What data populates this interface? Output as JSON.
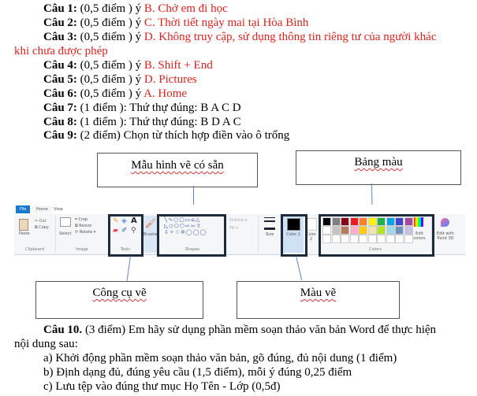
{
  "answers": [
    {
      "label": "Câu 1:",
      "points": "(0,5 điểm ) ý",
      "answer": "B. Chở em đi học"
    },
    {
      "label": "Câu 2:",
      "points": "(0,5 điểm ) ý",
      "answer": "C. Thời tiết ngày mai tại Hòa Bình"
    },
    {
      "label": "Câu 3:",
      "points": "(0,5 điểm ) ý",
      "answer": "D. Không truy cập, sử dụng thông tin riêng tư của người khác",
      "answer_cont": "khi chưa được phép"
    },
    {
      "label": "Câu 4:",
      "points": "(0,5 điểm ) ý",
      "answer": "B. Shift + End"
    },
    {
      "label": "Câu 5:",
      "points": "(0,5 điểm ) ý",
      "answer": "D. Pictures"
    },
    {
      "label": "Câu 6:",
      "points": "(0,5 điểm ) ý",
      "answer": "A. Home"
    },
    {
      "label": "Câu 7:",
      "points": "(1 điểm ): Thứ thự đúng: B A C D"
    },
    {
      "label": "Câu 8:",
      "points": "(1 điểm ): Thứ thự đúng: B D A C"
    },
    {
      "label": "Câu 9:",
      "points": "(2 điểm) Chọn từ thích hợp điền vào ô trống"
    }
  ],
  "callouts": {
    "shapes": "Mẫu hình vẽ có sẵn",
    "palette": "Bảng màu",
    "tools": "Công cụ vẽ",
    "color": "Màu vẽ"
  },
  "ribbon": {
    "tabs": [
      "File",
      "Home",
      "View"
    ],
    "clipboard": {
      "paste": "Paste",
      "cut": "Cut",
      "copy": "Copy",
      "label": "Clipboard"
    },
    "image": {
      "select": "Select",
      "crop": "Crop",
      "resize": "Resize",
      "rotate": "Rotate ▾",
      "label": "Image"
    },
    "tools_label": "Tools",
    "brushes": "Brushes",
    "shapes_label": "Shapes",
    "outline": "Outline ▾",
    "fill": "Fill ▾",
    "size": "Size",
    "color1": "Color 1",
    "color2": "Color 2",
    "edit_colors": "Edit colors",
    "colors_label": "Colors",
    "paint3d": "Edit with Paint 3D",
    "palette_row1": [
      "#000000",
      "#7f7f7f",
      "#880015",
      "#ed1c24",
      "#ff7f27",
      "#fff200",
      "#22b14c",
      "#00a2e8",
      "#3f48cc",
      "#a349a4"
    ],
    "palette_row2": [
      "#ffffff",
      "#c3c3c3",
      "#b97a57",
      "#ffaec9",
      "#ffc90e",
      "#efe4b0",
      "#b5e61d",
      "#99d9ea",
      "#7092be",
      "#c8bfe7"
    ]
  },
  "q10": {
    "label": "Câu 10.",
    "text": "(3 điểm) Em hãy sử dụng phần mềm soạn thảo văn bản Word để thực hiện",
    "cont": "nội dung sau:",
    "items": [
      "a) Khởi động phần mềm soạn thảo văn bản, gõ đúng, đủ nội dung (1 điểm)",
      "b) Định dạng đủ, đúng yêu cầu (1,5 điểm), mỗi ý đúng 0,25 điểm",
      "c) Lưu tệp vào đúng thư mục Họ Tên - Lớp (0,5đ)"
    ]
  }
}
